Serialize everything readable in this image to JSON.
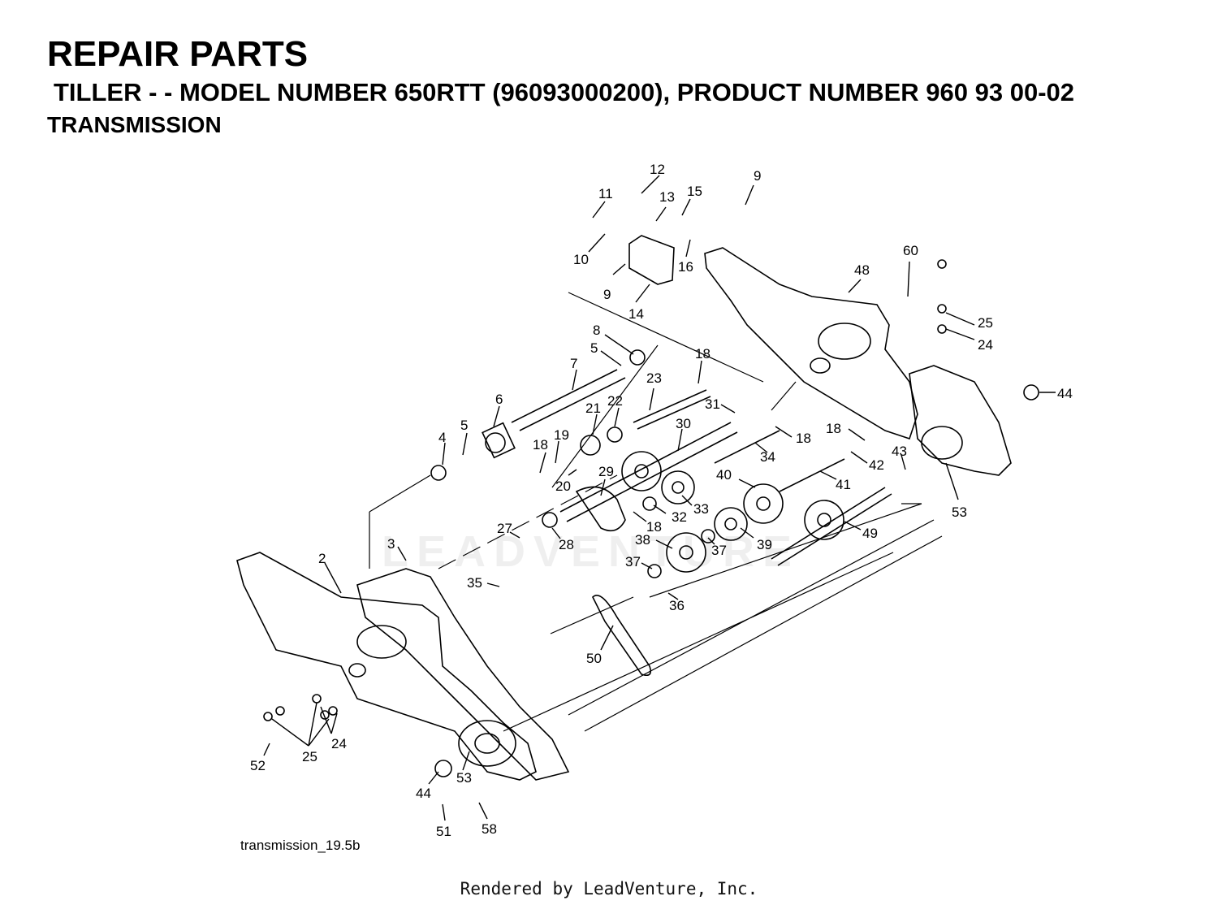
{
  "header": {
    "title": "REPAIR PARTS",
    "subtitle": "TILLER - - MODEL NUMBER 650RTT (96093000200), PRODUCT NUMBER 960 93 00-02",
    "section": "TRANSMISSION"
  },
  "diagram": {
    "figure_name": "transmission_19.5b",
    "watermark": "LEADVENTURE",
    "callouts": [
      "12",
      "11",
      "13",
      "15",
      "9",
      "10",
      "16",
      "9",
      "14",
      "60",
      "48",
      "25",
      "24",
      "8",
      "5",
      "18",
      "7",
      "23",
      "44",
      "31",
      "6",
      "5",
      "21",
      "22",
      "30",
      "18",
      "18",
      "4",
      "19",
      "18",
      "43",
      "42",
      "20",
      "29",
      "40",
      "34",
      "41",
      "33",
      "32",
      "53",
      "18",
      "37",
      "39",
      "49",
      "27",
      "28",
      "38",
      "37",
      "3",
      "35",
      "2",
      "36",
      "50",
      "24",
      "25",
      "52",
      "44",
      "53",
      "51",
      "58"
    ]
  },
  "footer": {
    "credit": "Rendered by LeadVenture, Inc."
  }
}
